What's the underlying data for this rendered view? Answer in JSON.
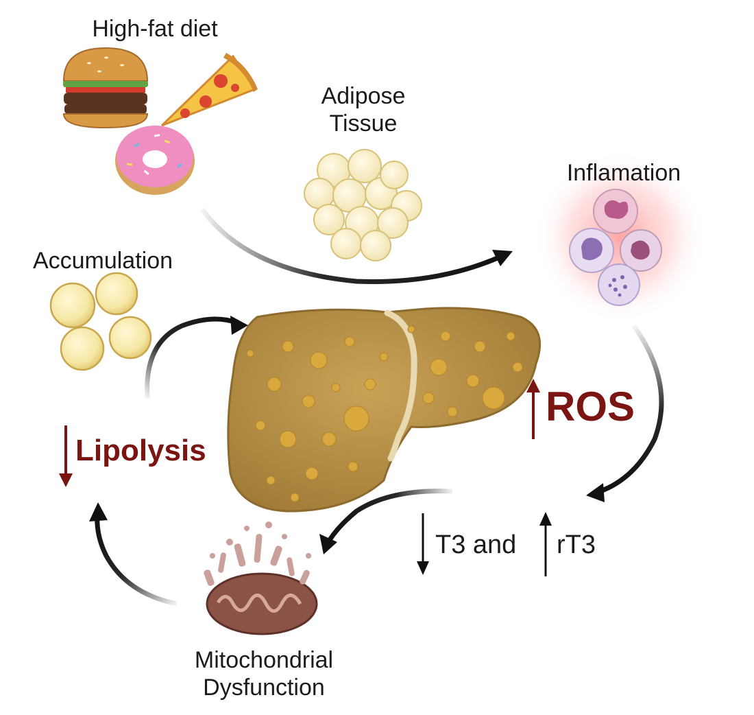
{
  "labels": {
    "high_fat_diet": "High-fat diet",
    "adipose_line1": "Adipose",
    "adipose_line2": "Tissue",
    "inflammation": "Inflamation",
    "accumulation": "Accumulation",
    "ros": "ROS",
    "lipolysis": "Lipolysis",
    "t3_and": "T3 and",
    "rt3": "rT3",
    "mito_line1": "Mitochondrial",
    "mito_line2": "Dysfunction"
  },
  "colors": {
    "accent_dark_red": "#7a1512",
    "liver_fill": "#b58e45",
    "arrow_black": "#111111",
    "inflammation_glow": "#ff6b6b"
  },
  "icons": [
    "burger-icon",
    "pizza-icon",
    "donut-icon",
    "fat-cells-icon",
    "immune-cells-icon",
    "liver-icon",
    "mitochondrion-icon"
  ]
}
